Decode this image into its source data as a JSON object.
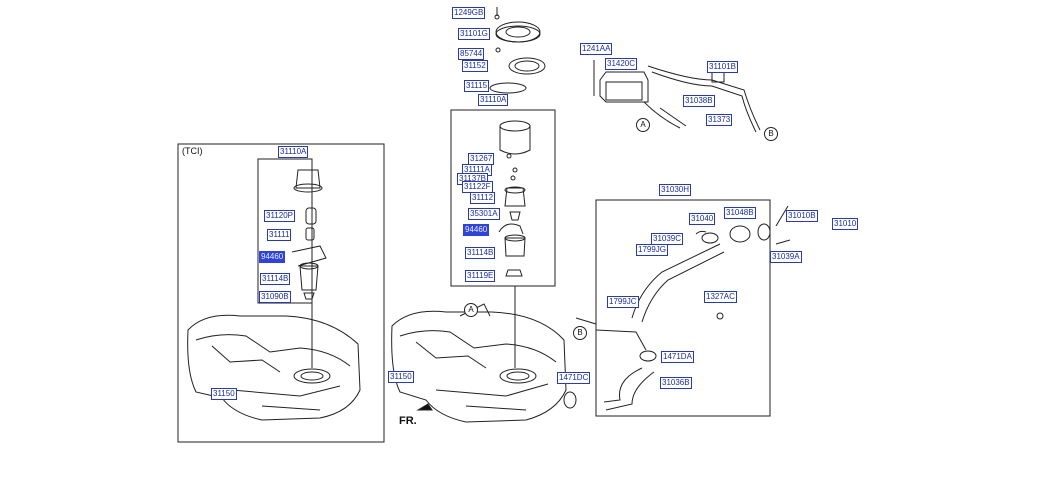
{
  "tci_note": "(TCI)",
  "front_label": "FR.",
  "refs": [
    "A",
    "B"
  ],
  "parts": {
    "p1249GB": "1249GB",
    "p31101G": "31101G",
    "p85744": "85744",
    "p31152": "31152",
    "p31115": "31115",
    "p31110A_main": "31110A",
    "p31267": "31267",
    "p31111A": "31111A",
    "p31137B": "31137B",
    "p31122F": "31122F",
    "p31112": "31112",
    "p35301A": "35301A",
    "p94460_main": "94460",
    "p31114B_main": "31114B",
    "p31119E": "31119E",
    "p1241AA": "1241AA",
    "p31420C": "31420C",
    "p31101B": "31101B",
    "p31038B": "31038B",
    "p31373": "31373",
    "p31110A_tci": "31110A",
    "p31120P": "31120P",
    "p31111": "31111",
    "p94460_tci": "94460",
    "p31114B_tci": "31114B",
    "p31090B": "31090B",
    "p31150_tci": "31150",
    "p31150_main": "31150",
    "p31030H": "31030H",
    "p31040": "31040",
    "p31048B": "31048B",
    "p31010B": "31010B",
    "p31010": "31010",
    "p31039C": "31039C",
    "p1799JG": "1799JG",
    "p31039A": "31039A",
    "p1799JC": "1799JC",
    "p1327AC": "1327AC",
    "p1471DA": "1471DA",
    "p1471DC": "1471DC",
    "p31036B": "31036B"
  },
  "highlight_color": "#2f44d6",
  "label_color": "#1a2c9c"
}
